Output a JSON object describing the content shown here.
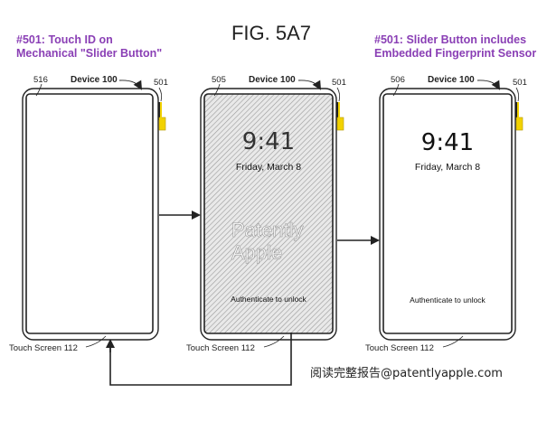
{
  "figure_title": "FIG. 5A7",
  "caption_left": {
    "line1": "#501: Touch ID on",
    "line2": "Mechanical \"Slider Button\""
  },
  "caption_right": {
    "line1": "#501: Slider Button includes",
    "line2": "Embedded Fingerprint Sensor"
  },
  "panels": [
    {
      "screen_ref": "516",
      "device_label": "Device 100",
      "button_ref": "501",
      "touch_label": "Touch Screen 112",
      "time": "",
      "date": "",
      "auth": ""
    },
    {
      "screen_ref": "505",
      "device_label": "Device 100",
      "button_ref": "501",
      "touch_label": "Touch Screen 112",
      "time": "9:41",
      "date": "Friday, March 8",
      "auth": "Authenticate to unlock"
    },
    {
      "screen_ref": "506",
      "device_label": "Device 100",
      "button_ref": "501",
      "touch_label": "Touch Screen 112",
      "time": "9:41",
      "date": "Friday, March 8",
      "auth": "Authenticate to unlock"
    }
  ],
  "watermark": {
    "line1": "Patently",
    "line2": "Apple"
  },
  "footer": "阅读完整报告@patentlyapple.com",
  "colors": {
    "caption": "#8a3fb5",
    "button": "#f2d200",
    "line": "#222222"
  }
}
